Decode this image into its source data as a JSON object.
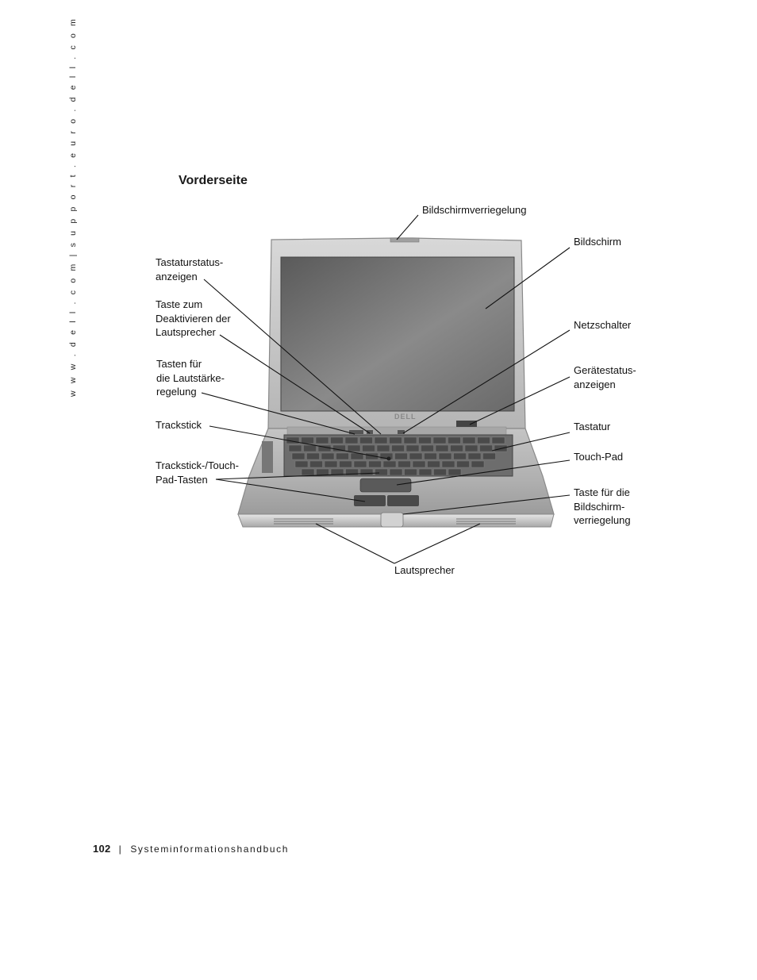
{
  "sidebar": {
    "text": "w w w . d e l l . c o m   |   s u p p o r t . e u r o . d e l l . c o m"
  },
  "section": {
    "title": "Vorderseite"
  },
  "figure": {
    "brand": "DELL",
    "labels": {
      "display_latch": "Bildschirmverriegelung",
      "display": "Bildschirm",
      "keyboard_status_1": "Tastaturstatus-",
      "keyboard_status_2": "anzeigen",
      "mute_1": "Taste zum",
      "mute_2": "Deaktivieren der",
      "mute_3": "Lautsprecher",
      "power": "Netzschalter",
      "volume_1": "Tasten für",
      "volume_2": "die Lautstärke-",
      "volume_3": "regelung",
      "device_status_1": "Gerätestatus-",
      "device_status_2": "anzeigen",
      "trackstick": "Trackstick",
      "keyboard": "Tastatur",
      "touchpad": "Touch-Pad",
      "buttons_1": "Trackstick-/Touch-",
      "buttons_2": "Pad-Tasten",
      "latch_release_1": "Taste für die",
      "latch_release_2": "Bildschirm-",
      "latch_release_3": "verriegelung",
      "speakers": "Lautsprecher"
    }
  },
  "footer": {
    "page_number": "102",
    "separator": "|",
    "book_title": "Systeminformationshandbuch"
  }
}
